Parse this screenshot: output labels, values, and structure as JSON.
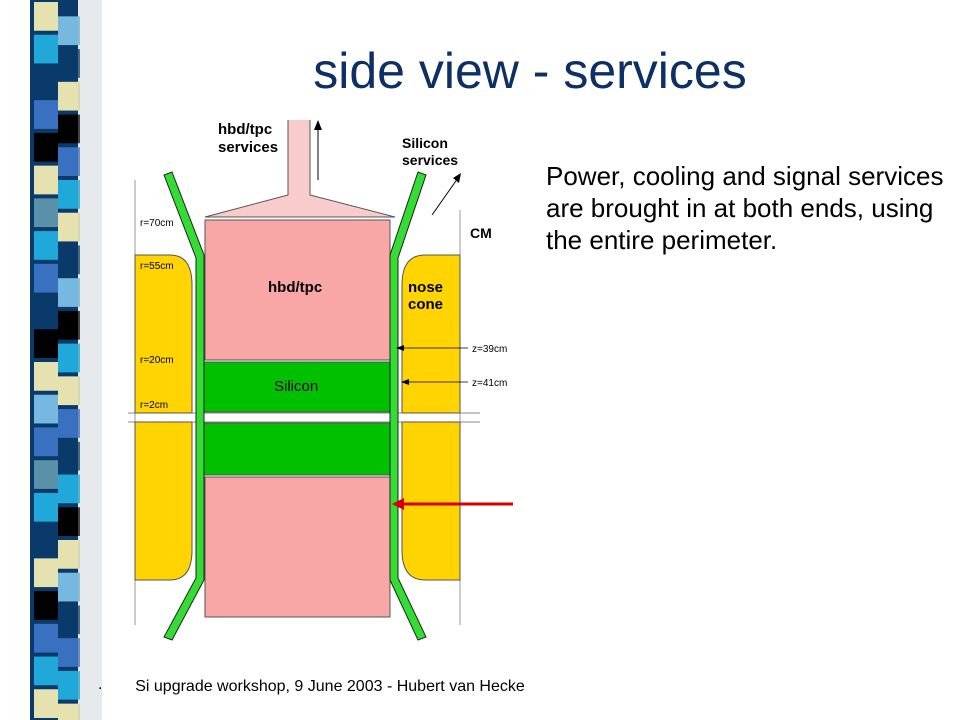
{
  "title": "side view - services",
  "description": "Power, cooling and signal services are brought in at both ends, using the entire perimeter.",
  "footer": {
    "dot": ".",
    "text": "Si upgrade workshop, 9 June 2003 - Hubert van Hecke"
  },
  "diagram": {
    "labels": {
      "hbd_services_line1": "hbd/tpc",
      "hbd_services_line2": "services",
      "silicon_services_line1": "Silicon",
      "silicon_services_line2": "services",
      "cm": "CM",
      "hbd_tpc": "hbd/tpc",
      "nose_line1": "nose",
      "nose_line2": "cone",
      "silicon": "Silicon",
      "r70": "r=70cm",
      "r55": "r=55cm",
      "r20": "r=20cm",
      "r2": "r=2cm",
      "z39": "z=39cm",
      "z41": "z=41cm"
    },
    "colors": {
      "hbd_tpc": "#f9a6a6",
      "silicon": "#00c000",
      "nose_cone": "#ffd400",
      "services_green": "#33dd33",
      "arrow_red": "#d40000"
    }
  },
  "strip_colors": {
    "dark_blue": "#0a3a6a",
    "mid_blue": "#3a70c0",
    "light_blue": "#77b8e0",
    "cyan": "#20a8d8",
    "cream": "#e6e2b0",
    "black": "#000000",
    "steel": "#5a90a8"
  }
}
